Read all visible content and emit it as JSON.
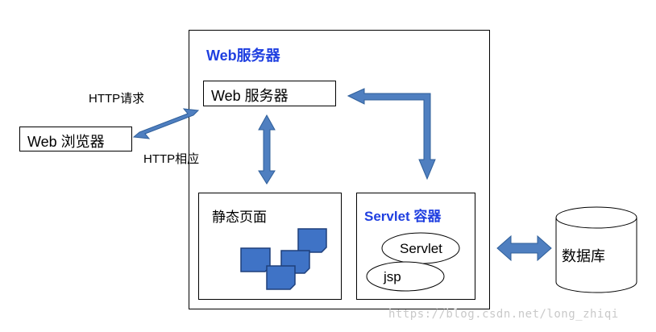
{
  "server": {
    "title": "Web服务器"
  },
  "web_server_box": {
    "label": "Web 服务器"
  },
  "browser_box": {
    "label": "Web 浏览器"
  },
  "http_request": {
    "label": "HTTP请求"
  },
  "http_response": {
    "label": "HTTP相应"
  },
  "static_pages": {
    "label": "静态页面"
  },
  "servlet_container": {
    "title": "Servlet 容器",
    "servlet": "Servlet",
    "jsp": "jsp"
  },
  "database": {
    "label": "数据库"
  },
  "watermark": "https://blog.csdn.net/long_zhiqi",
  "colors": {
    "arrow_fill": "#4f7fc0",
    "arrow_stroke": "#2f5f9a",
    "title_blue": "#1f3fe0",
    "page_fill": "#3f73c6"
  }
}
